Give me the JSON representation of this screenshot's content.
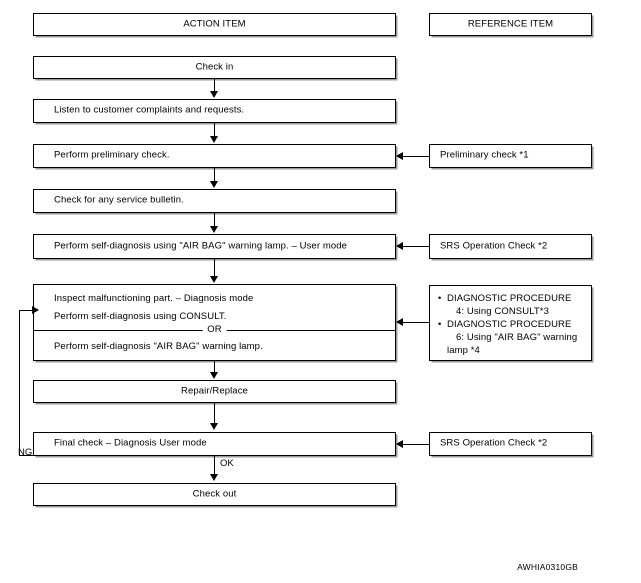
{
  "diagram": {
    "figure_id": "AWHIA0310GB",
    "columns": [
      {
        "id": "action",
        "header": "ACTION ITEM"
      },
      {
        "id": "reference",
        "header": "REFERENCE ITEM"
      }
    ],
    "action_steps": [
      {
        "id": "check-in",
        "label": "Check in",
        "align": "center"
      },
      {
        "id": "listen-complaints",
        "label": "Listen to customer complaints and requests.",
        "align": "left"
      },
      {
        "id": "preliminary-check",
        "label": "Perform preliminary check.",
        "align": "left"
      },
      {
        "id": "service-bulletin",
        "label": "Check for any service bulletin.",
        "align": "left"
      },
      {
        "id": "self-diagnosis-user-mode",
        "label": "Perform self-diagnosis using \"AIR BAG\" warning lamp. – User mode",
        "align": "left"
      },
      {
        "id": "repair-replace",
        "label": "Repair/Replace",
        "align": "center"
      },
      {
        "id": "final-check",
        "label": "Final check – Diagnosis User mode",
        "align": "left"
      },
      {
        "id": "check-out",
        "label": "Check out",
        "align": "center"
      }
    ],
    "inspect_box": {
      "id": "inspect-malfunctioning-part",
      "line1": "Inspect malfunctioning part. – Diagnosis mode",
      "line2": "Perform self-diagnosis using CONSULT.",
      "divider": "OR",
      "line3": "Perform self-diagnosis \"AIR BAG\" warning lamp."
    },
    "reference_items": [
      {
        "id": "ref-preliminary-check",
        "label": "Preliminary check *1"
      },
      {
        "id": "ref-srs-operation-check-1",
        "label": "SRS Operation Check *2"
      },
      {
        "id": "ref-srs-operation-check-2",
        "label": "SRS Operation Check *2"
      }
    ],
    "reference_list_box": {
      "id": "ref-diagnostic-procedures",
      "items": [
        {
          "head": "DIAGNOSTIC PROCEDURE",
          "sub": "4: Using CONSULT*3"
        },
        {
          "head": "DIAGNOSTIC PROCEDURE",
          "sub": "6: Using \"AIR BAG\" warning",
          "sub2": "lamp *4"
        }
      ]
    },
    "edge_labels": {
      "ng": "NG",
      "ok": "OK"
    },
    "colors": {
      "line": "#000000",
      "background": "#ffffff",
      "shadow": "#9a9a9a"
    }
  }
}
